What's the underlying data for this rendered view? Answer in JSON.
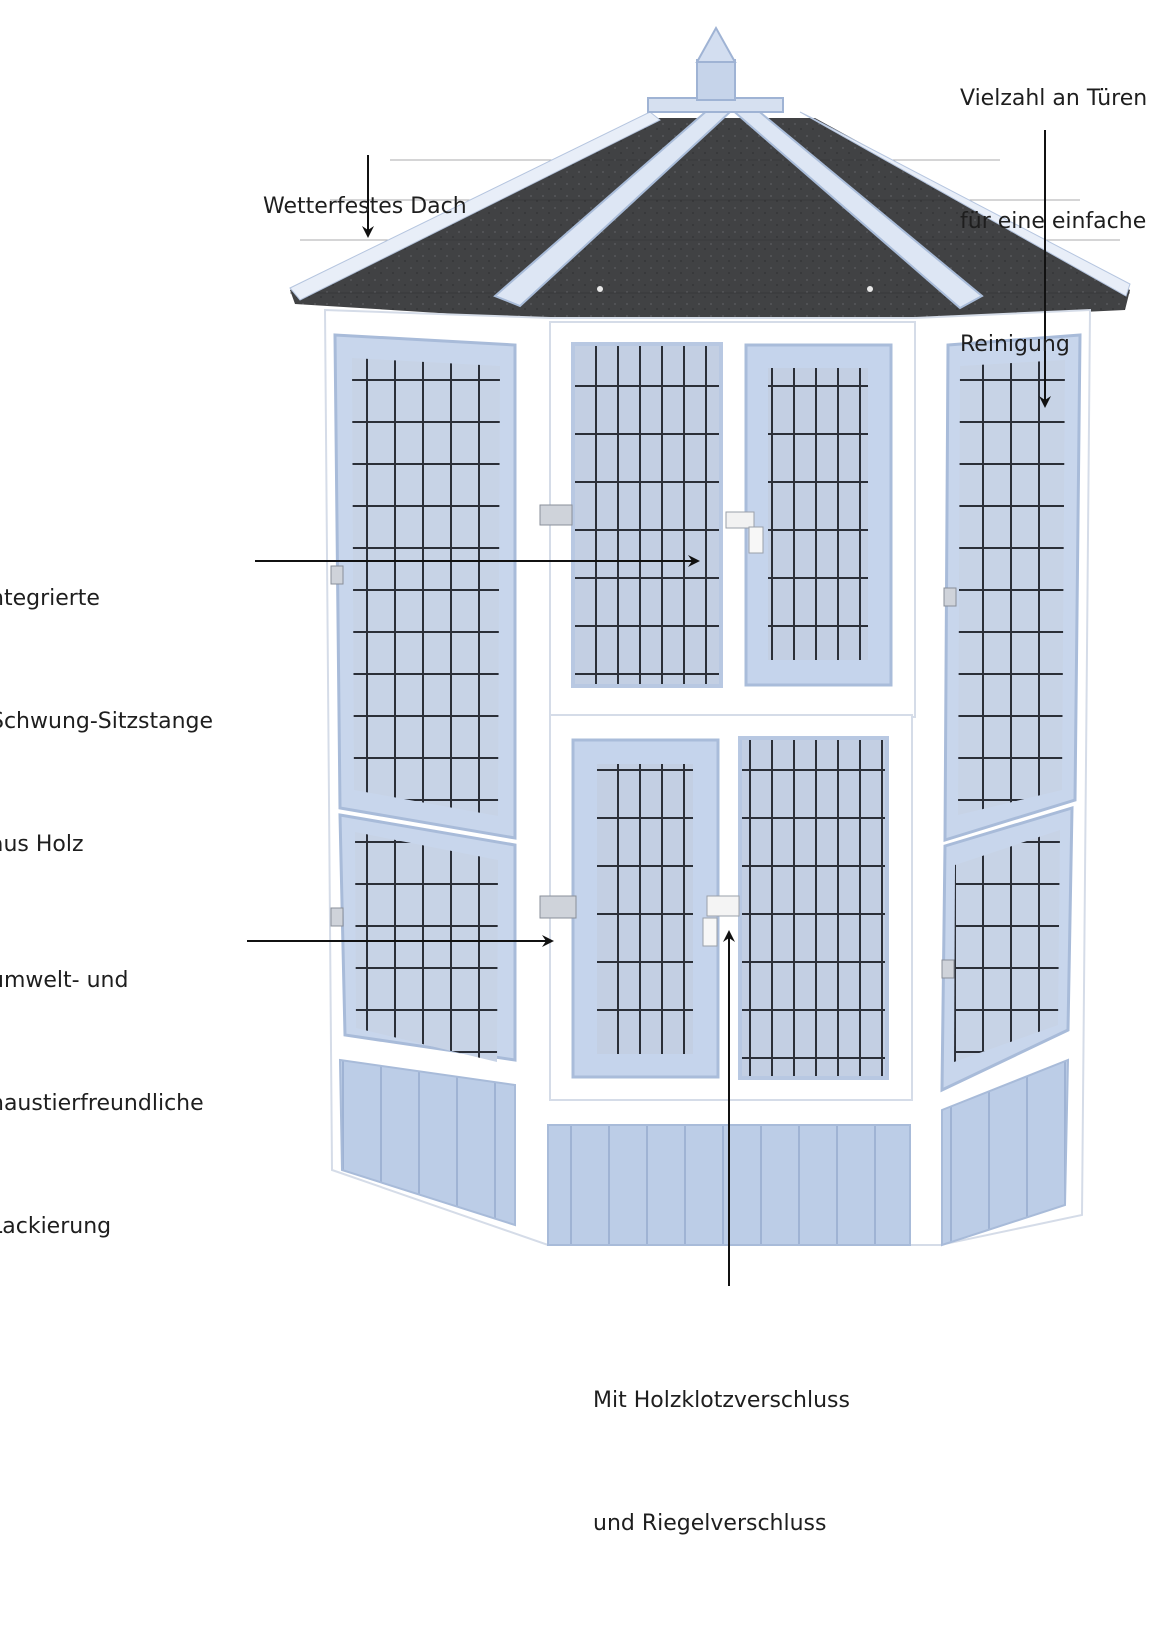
{
  "callouts": {
    "roof": {
      "lines": [
        "Wetterfestes Dach"
      ]
    },
    "doors": {
      "lines": [
        "Vielzahl an Türen",
        "für eine einfache",
        "Reinigung"
      ]
    },
    "perch": {
      "lines": [
        "ntegrierte",
        "Schwung-Sitzstange",
        "aus Holz"
      ]
    },
    "paint": {
      "lines": [
        "umwelt- und",
        "haustierfreundliche",
        "Lackierung"
      ]
    },
    "lock": {
      "lines": [
        "Mit Holzklotzverschluss",
        "und Riegelverschluss"
      ]
    }
  },
  "colors": {
    "frame_white": "#ffffff",
    "wood_blue": "#b9cbe6",
    "wood_blue_dark": "#a7bcdc",
    "roof_shingle": "#3f4042",
    "mesh": "#2b2f38",
    "arrow": "#111111"
  }
}
